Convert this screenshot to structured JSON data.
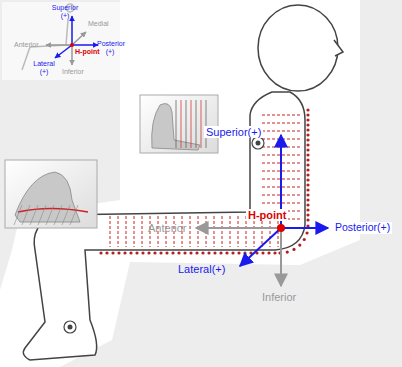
{
  "diagram": {
    "labels": [
      "Superior (+)",
      "Medial",
      "Anterior",
      "Posterior (+)",
      "H-point",
      "Lateral (+)",
      "Inferior",
      "Superior(+)",
      "H-point",
      "Anterior",
      "Posterior(+)",
      "Lateral(+)",
      "Inferior"
    ]
  }
}
